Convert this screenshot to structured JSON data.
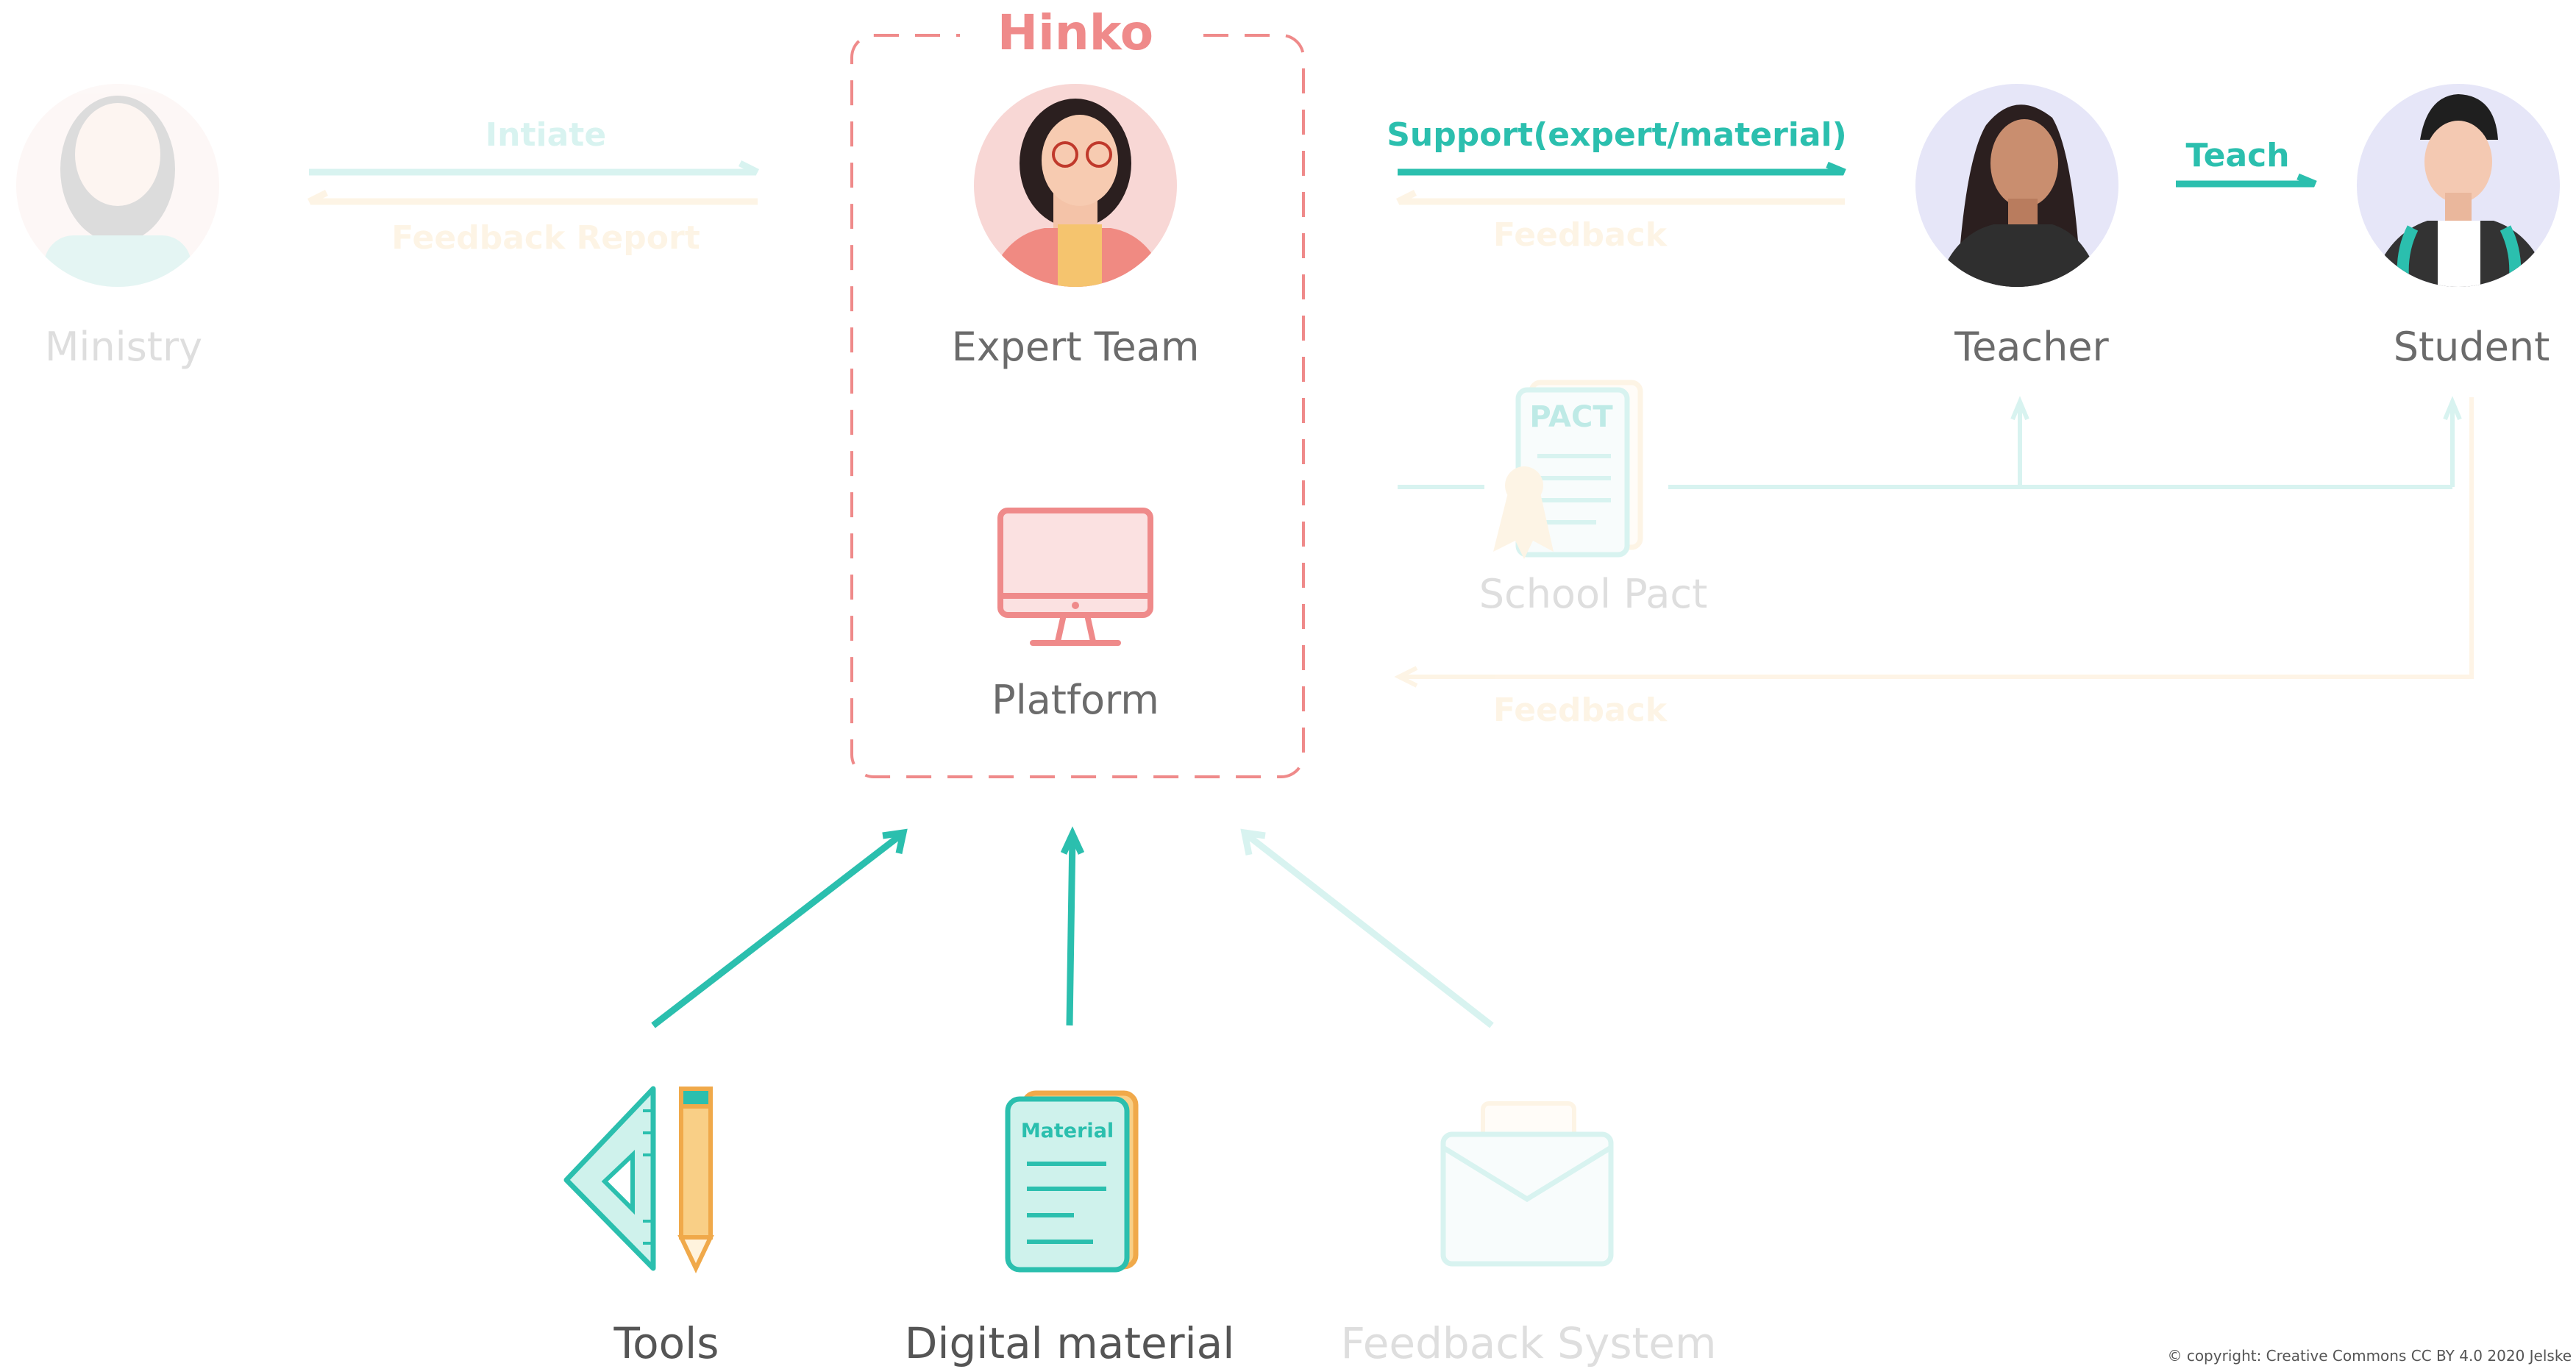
{
  "title": "Hinko",
  "actors": {
    "ministry": "Ministry",
    "expert_team": "Expert Team",
    "platform": "Platform",
    "teacher": "Teacher",
    "student": "Student",
    "school_pact": "School Pact",
    "pact_badge": "PACT"
  },
  "arrows": {
    "initiate": "Intiate",
    "feedback_report": "Feedback Report",
    "support": "Support(expert/material)",
    "feedback_top": "Feedback",
    "teach": "Teach",
    "feedback_bottom": "Feedback"
  },
  "resources": {
    "tools": "Tools",
    "digital_material": "Digital material",
    "material_badge": "Material",
    "feedback_system": "Feedback System"
  },
  "copyright": "© copyright: Creative Commons CC BY 4.0 2020 Jelske",
  "colors": {
    "teal": "#2bbfae",
    "salmon": "#ef8a8a",
    "orange": "#f7c472",
    "gray_text": "#6b6b6b"
  }
}
